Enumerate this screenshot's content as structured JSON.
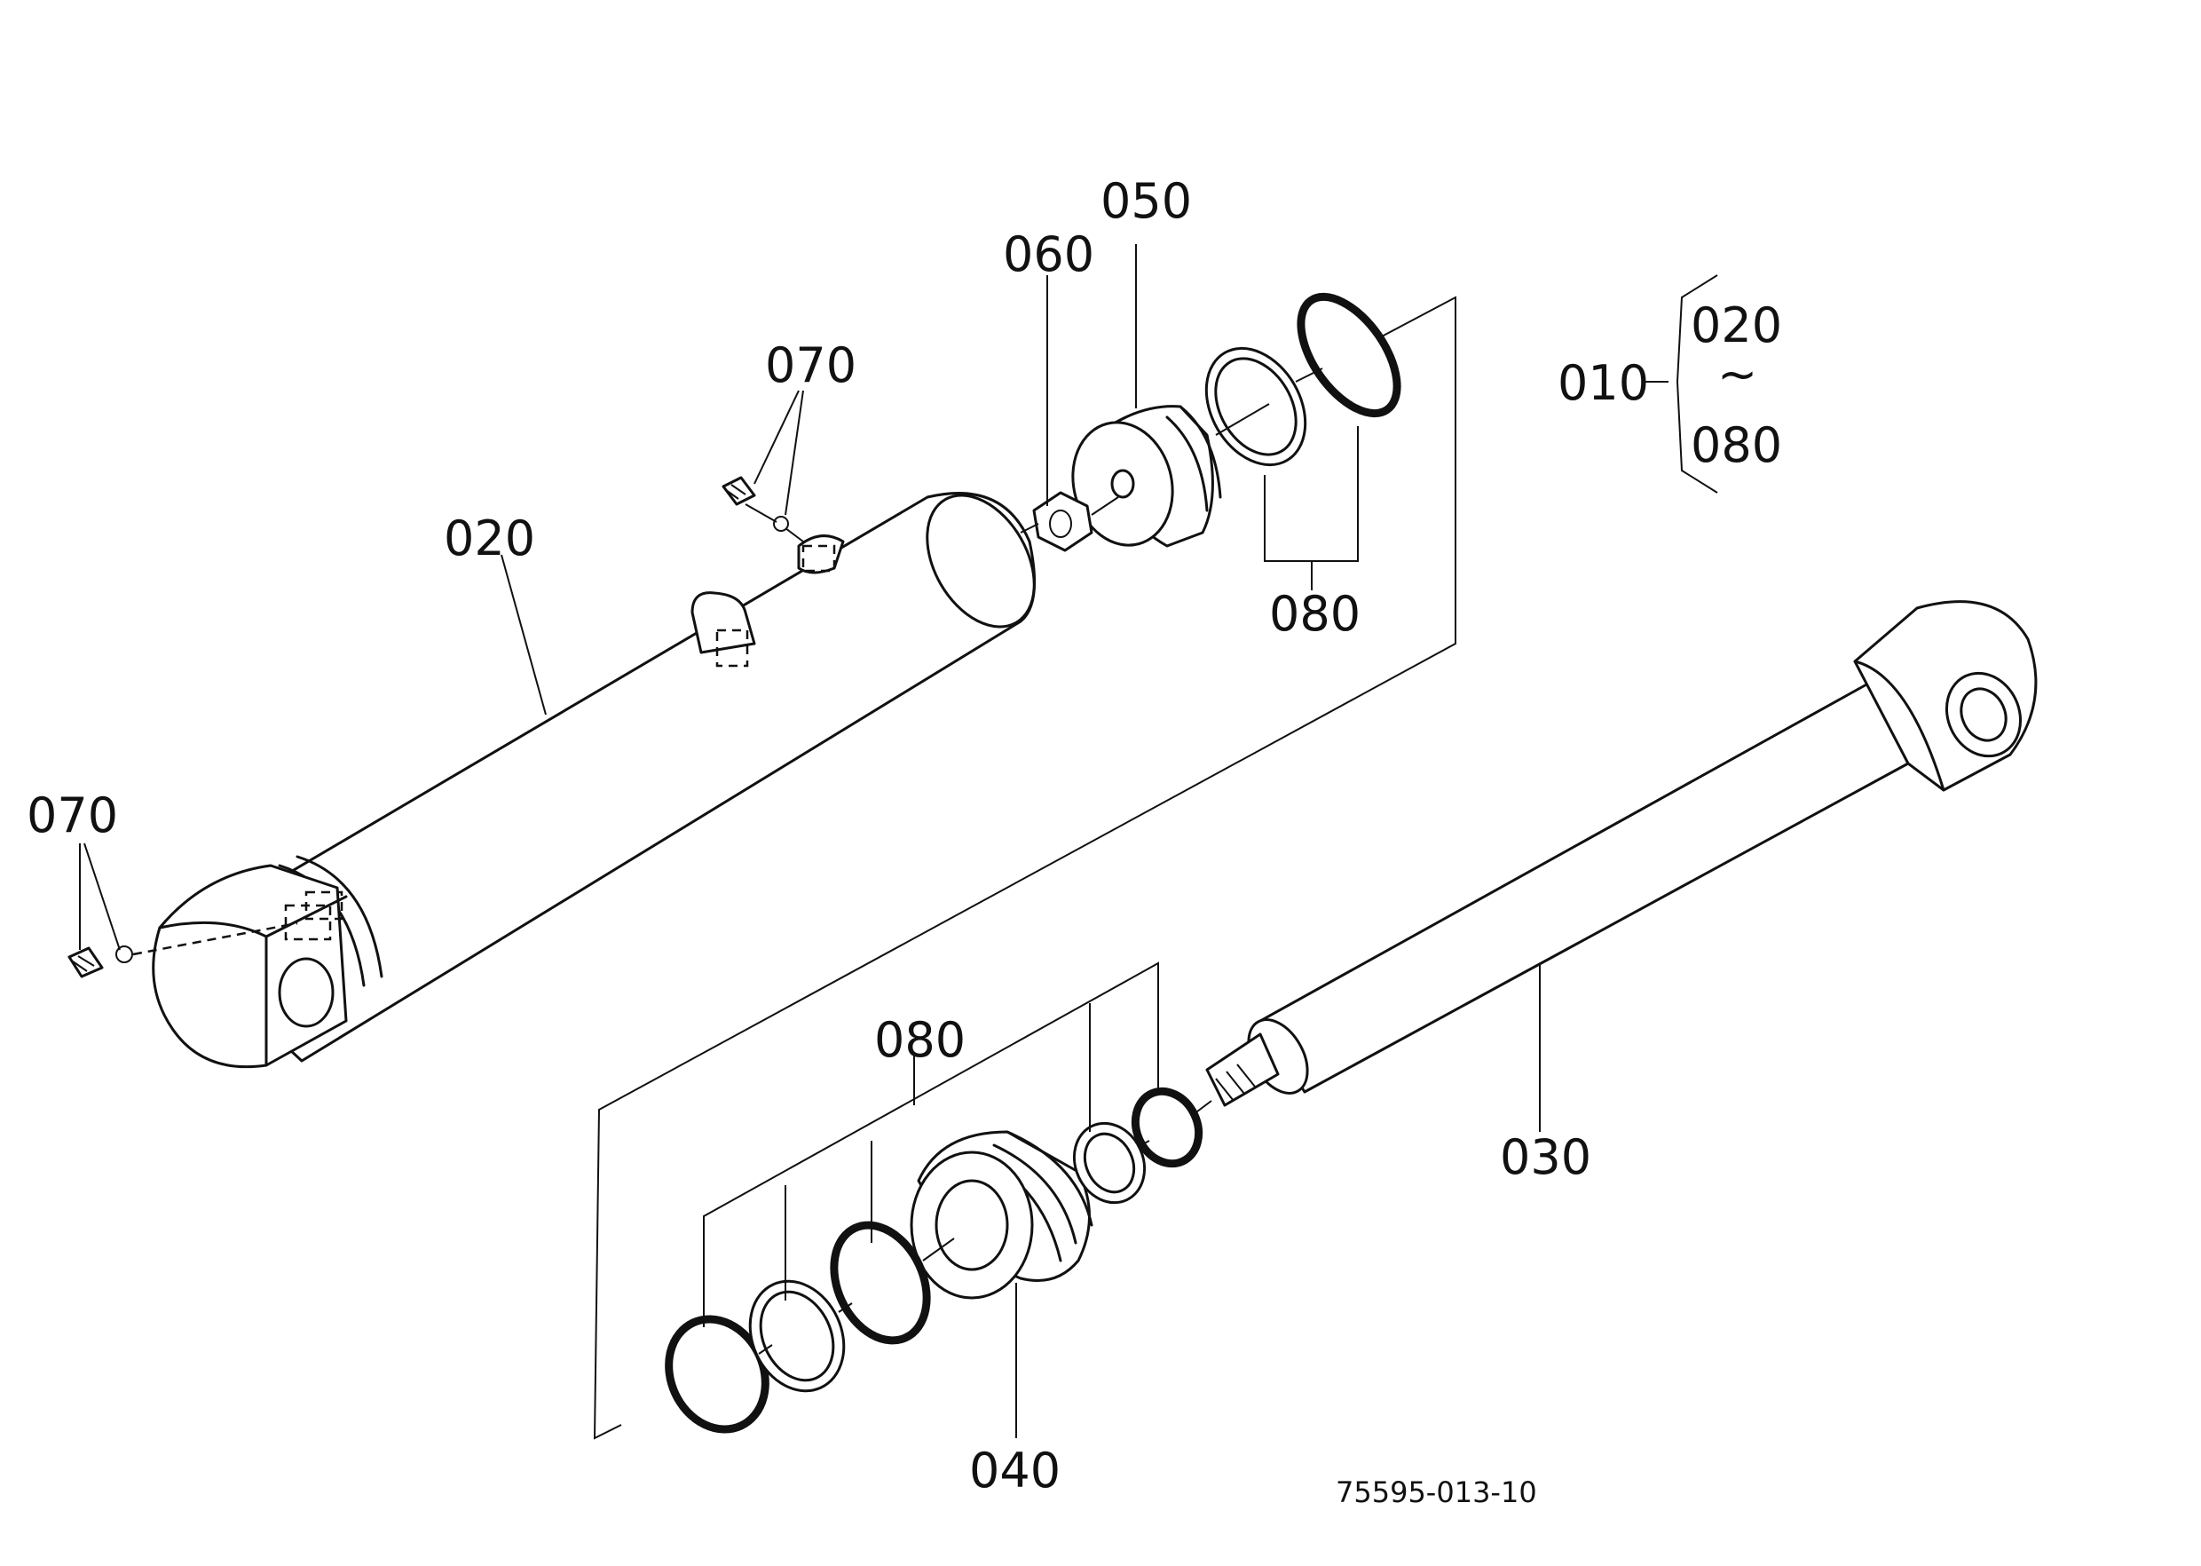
{
  "drawing_code": "75595-013-10",
  "labels": {
    "p010": "010",
    "p020_main": "020",
    "p020_legend": "020",
    "p030": "030",
    "p040": "040",
    "p050": "050",
    "p060": "060",
    "p070_top": "070",
    "p070_left": "070",
    "p080_right": "080",
    "p080_bottom": "080",
    "p080_legend": "080",
    "legend_tilde": "~"
  }
}
